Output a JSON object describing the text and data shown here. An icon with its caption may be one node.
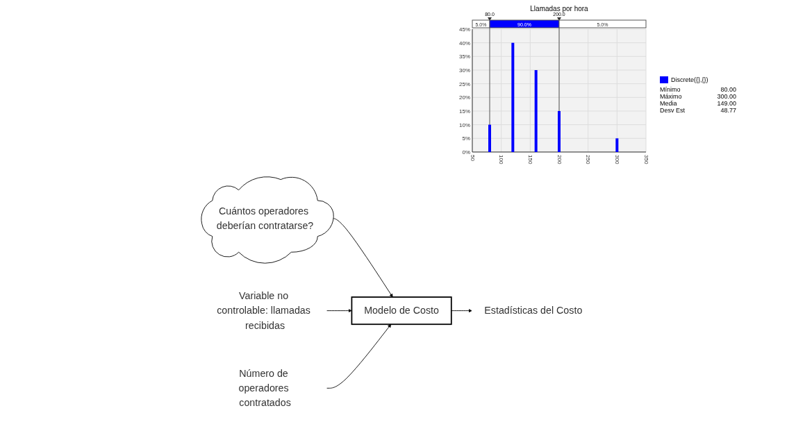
{
  "diagram": {
    "nodes": [
      {
        "text": [
          "Cuántos operadores deberían contratarse?"
        ]
      },
      {
        "text": [
          "Variable no controlable: llamadas recibidas"
        ]
      },
      {
        "text": [
          "Número de operadores contratados"
        ]
      },
      {
        "text": [
          "Modelo de Costo"
        ]
      },
      {
        "text": [
          "Estadísticas del Costo"
        ]
      }
    ],
    "edges": [
      {
        "from": 0,
        "to": 3,
        "arrow": "to"
      },
      {
        "from": 1,
        "to": 3,
        "arrow": "to"
      },
      {
        "from": 2,
        "to": 3,
        "arrow": "to"
      },
      {
        "from": 3,
        "to": 4,
        "arrow": "to"
      }
    ],
    "labels": [
      "Mínimo",
      "80.00",
      "Máximo",
      "300.00",
      "Media",
      "149.00",
      "Desv Est",
      "48.77"
    ],
    "legend": [
      {
        "text": "Discrete({},{})",
        "color": "#0000ff"
      }
    ],
    "chart_data": {
      "type": "bar",
      "title": "Llamadas por hora",
      "x": [
        80,
        120,
        160,
        200,
        300
      ],
      "series": [
        {
          "color": "#0000ff",
          "values": [
            10,
            40,
            30,
            15,
            5
          ]
        }
      ],
      "xlim": [
        50,
        350
      ],
      "ylim": [
        0,
        45
      ],
      "grid": true,
      "xticks": [
        50,
        100,
        150,
        200,
        250,
        300,
        350
      ],
      "yticks": [
        {
          "value": 0,
          "label": "0%"
        },
        {
          "value": 5,
          "label": "5%"
        },
        {
          "value": 10,
          "label": "10%"
        },
        {
          "value": 15,
          "label": "15%"
        },
        {
          "value": 20,
          "label": "20%"
        },
        {
          "value": 25,
          "label": "25%"
        },
        {
          "value": 30,
          "label": "30%"
        },
        {
          "value": 35,
          "label": "35%"
        },
        {
          "value": 40,
          "label": "40%"
        },
        {
          "value": 45,
          "label": "45%"
        }
      ],
      "ref_lines": [
        {
          "axis": "x",
          "value": 80,
          "label": "80.0"
        },
        {
          "axis": "x",
          "value": 200,
          "label": "200.0"
        }
      ],
      "annotations": [
        "5.0%",
        "90.0%",
        "5.0%"
      ]
    }
  }
}
